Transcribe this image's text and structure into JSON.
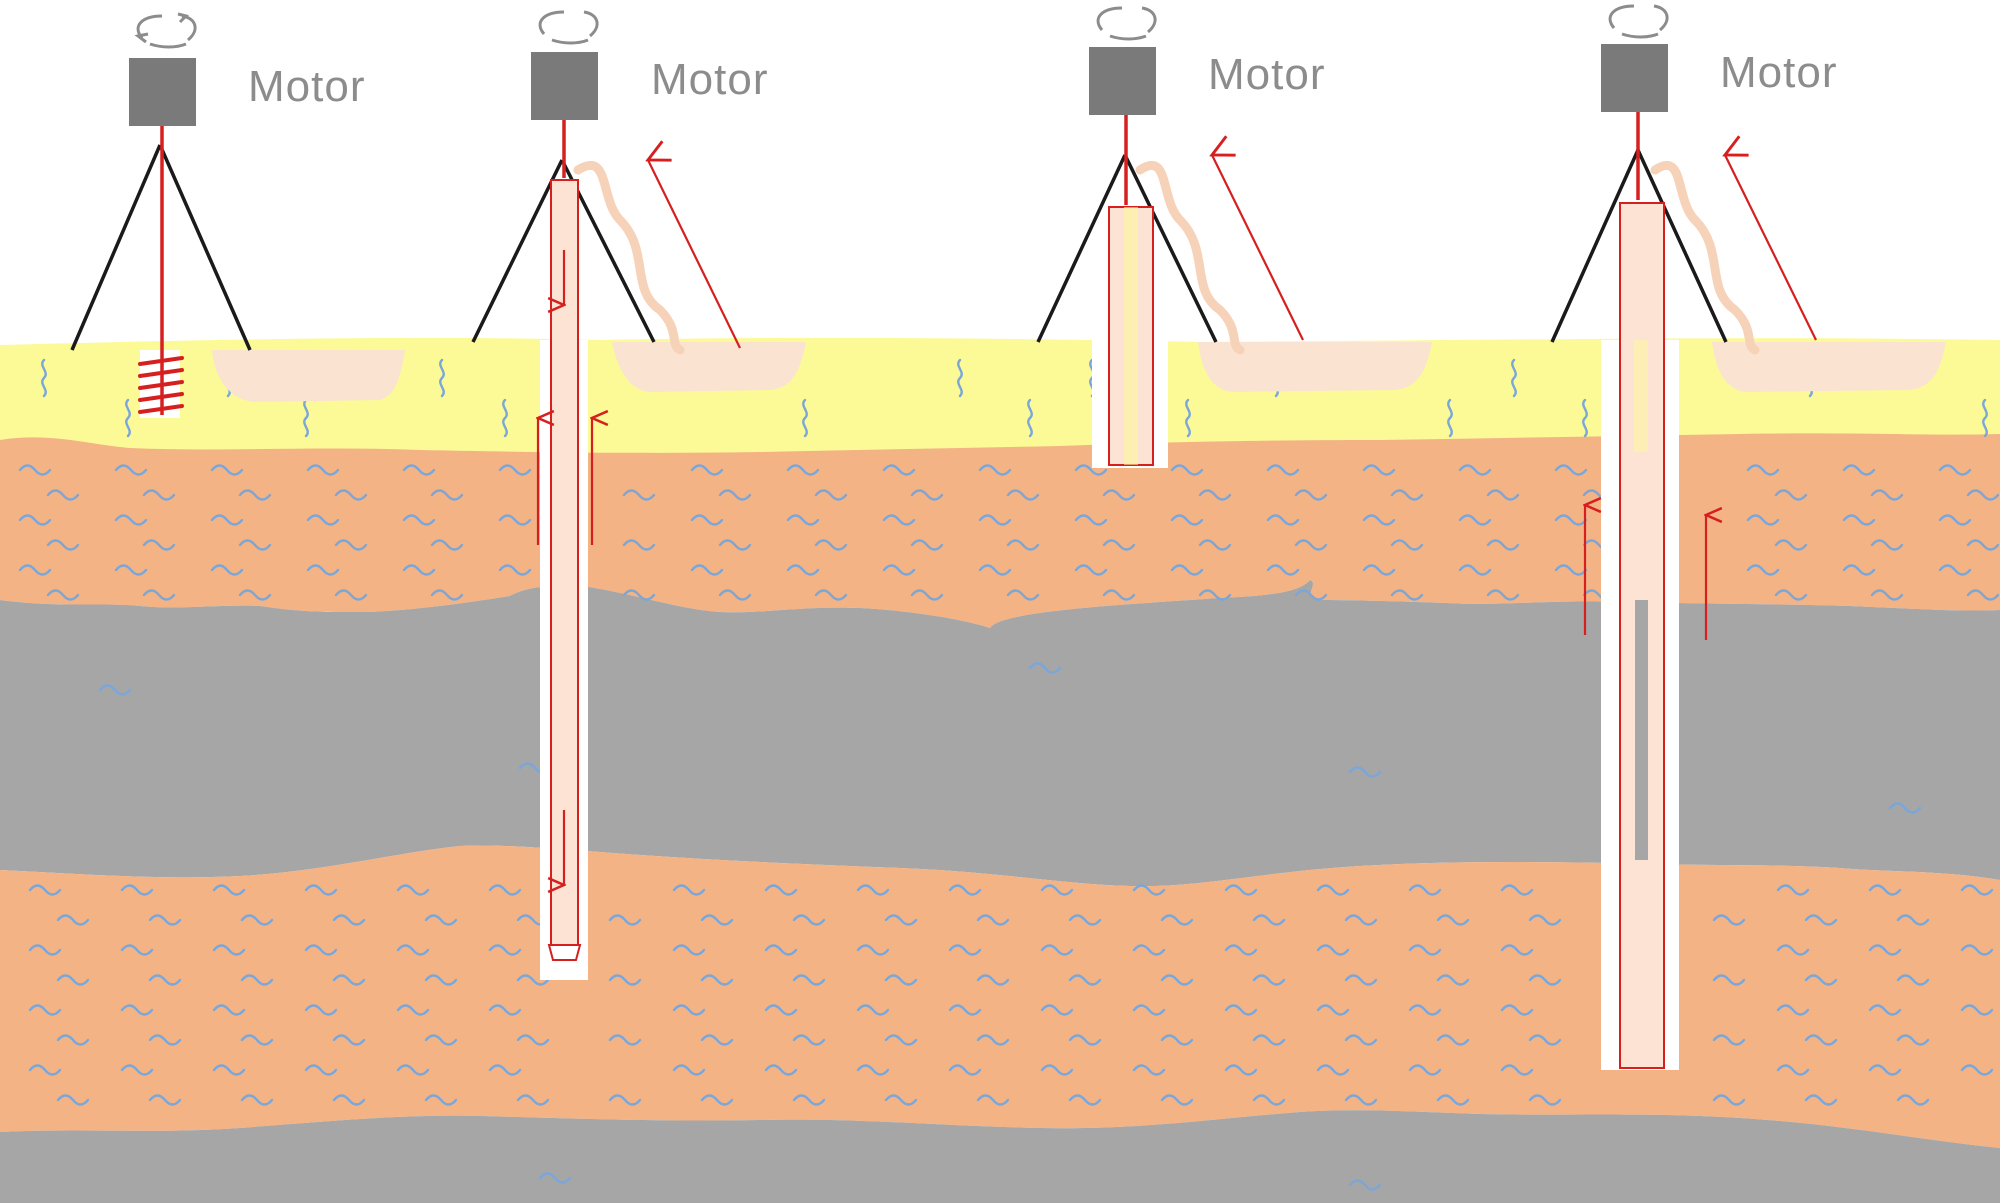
{
  "stations": [
    {
      "motor_label": "Motor"
    },
    {
      "motor_label": "Motor"
    },
    {
      "motor_label": "Motor"
    },
    {
      "motor_label": "Motor"
    }
  ],
  "colors": {
    "sky": "#ffffff",
    "topsoil": "#fbfa96",
    "sand_layer": "#f3b385",
    "clay_layer": "#a6a6a6",
    "motor_box": "#7a7a7a",
    "motor_label": "#8c8c8c",
    "tripod": "#1a1a1a",
    "drill_string": "#d62020",
    "casing_fill": "#fce3d3",
    "cuttings_pit": "#fbe3d1",
    "water_wave": "#7aa6d8",
    "flow_arrow": "#d62020"
  },
  "icons": [
    "rotation-icon",
    "motor-icon",
    "tripod-icon",
    "auger-bit-icon",
    "water-wave-icon",
    "flow-arrow-icon"
  ]
}
